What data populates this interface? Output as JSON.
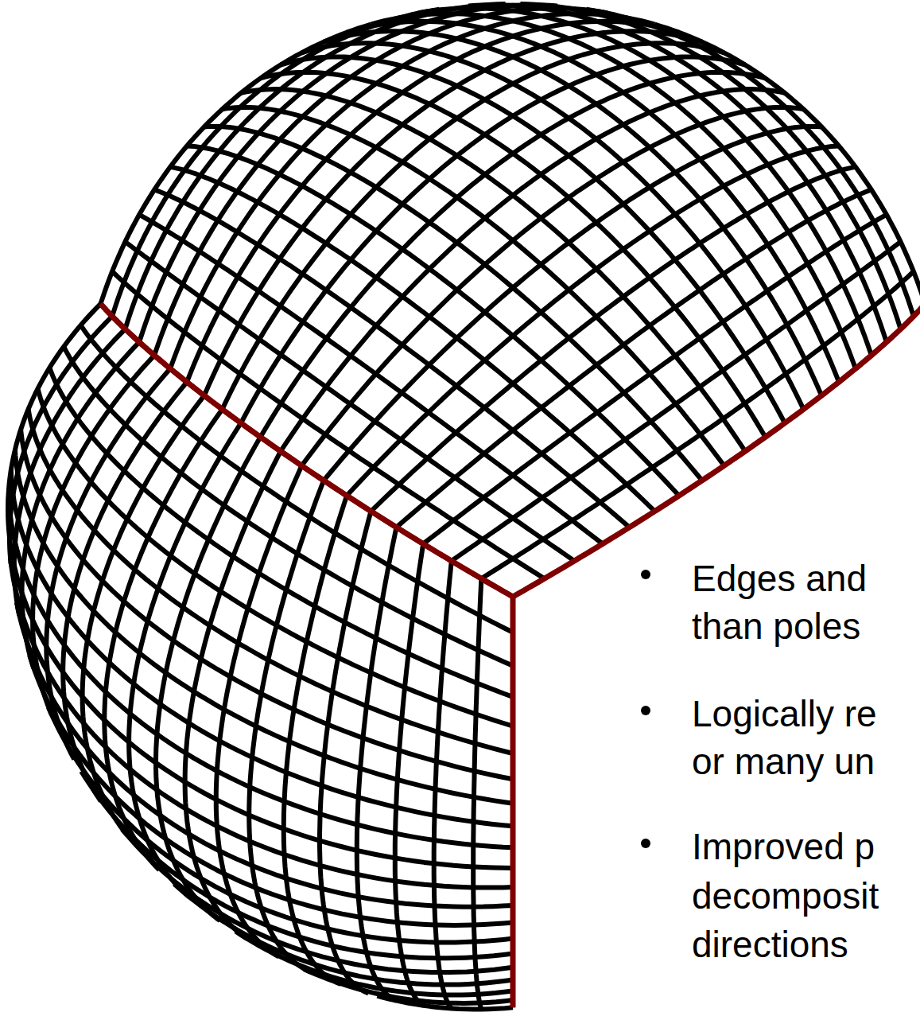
{
  "diagram": {
    "labels": [
      "Edges and",
      "than poles",
      "Logically re",
      "or many un",
      "Improved p",
      "decomposit",
      "directions"
    ]
  }
}
